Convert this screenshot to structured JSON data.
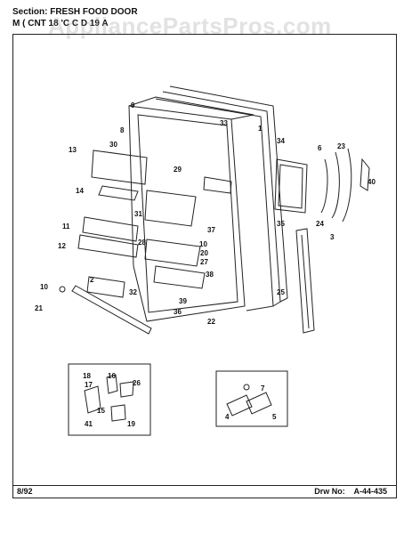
{
  "header": {
    "section_line": "Section:  FRESH FOOD DOOR",
    "model_line": "M       (    CNT  18  'C     C   D    19   A"
  },
  "watermark": "AppliancePartsPros.com",
  "callouts": [
    "1",
    "2",
    "3",
    "4",
    "5",
    "6",
    "7",
    "8",
    "9",
    "10",
    "10",
    "11",
    "12",
    "13",
    "14",
    "15",
    "16",
    "17",
    "18",
    "19",
    "20",
    "21",
    "22",
    "23",
    "24",
    "25",
    "26",
    "27",
    "28",
    "29",
    "30",
    "31",
    "32",
    "33",
    "34",
    "35",
    "36",
    "37",
    "38",
    "39",
    "40",
    "41"
  ],
  "footer": {
    "date": "8/92",
    "drawing_label": "Drw No:",
    "drawing_number": "A-44-435"
  }
}
